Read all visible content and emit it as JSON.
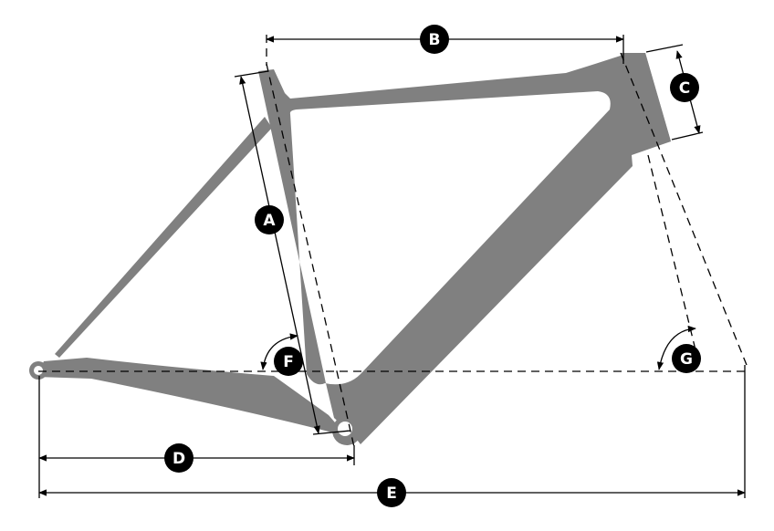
{
  "diagram": {
    "frame_color": "#808080",
    "line_color": "#000000",
    "badge_color": "#000000",
    "badge_text_color": "#ffffff",
    "labels": {
      "A": "A",
      "B": "B",
      "C": "C",
      "D": "D",
      "E": "E",
      "F": "F",
      "G": "G"
    }
  }
}
